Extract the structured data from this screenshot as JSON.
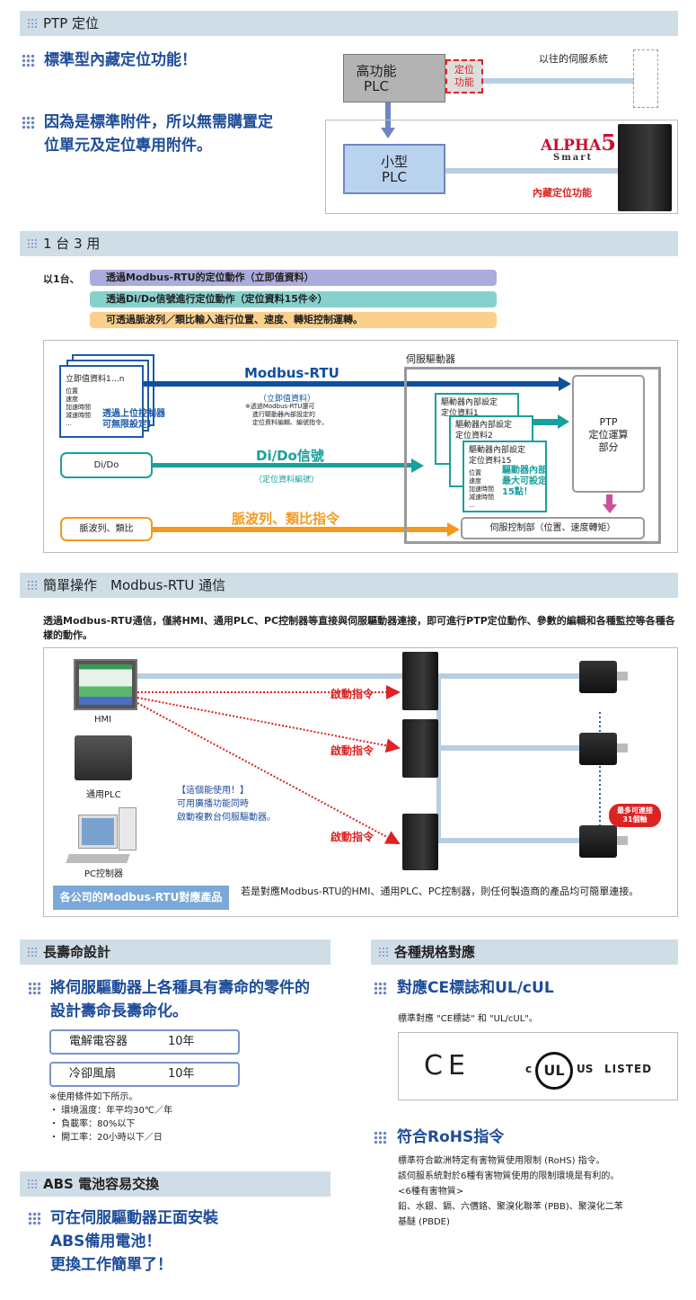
{
  "s1": {
    "header": "PTP 定位",
    "bullet1": "標準型內藏定位功能！",
    "bullet2a": "因為是標準附件，所以無需購置定",
    "bullet2b": "位單元及定位專用附件。",
    "plc_high": [
      "高功能",
      "PLC"
    ],
    "pos_func": [
      "定位",
      "功能"
    ],
    "legacy": "以往的伺服系統",
    "plc_small": [
      "小型",
      "PLC"
    ],
    "logo": "ALPHA",
    "logo_num": "5",
    "logo_sub": "Smart",
    "builtin": "內藏定位功能"
  },
  "s2": {
    "header": "1 台 3 用",
    "lead": "以1台、",
    "bars": [
      "透過Modbus-RTU的定位動作（立即值資料）",
      "透過Di/Do信號進行定位動作（定位資料15件※）",
      "可透過脈波列／類比輸入進行位置、速度、轉矩控制運轉。"
    ],
    "doc_title": "立即值資料1…n",
    "doc_items": [
      "位置",
      "速度",
      "加速時間",
      "減速時間",
      "…"
    ],
    "doc_note": [
      "透過上位控制器",
      "可無限設定！"
    ],
    "modbus": "Modbus-RTU",
    "modbus_sub": "（立即值資料）",
    "modbus_note": [
      "※透過Modbus-RTU還可",
      "進行驅動器內部設定的",
      "定位資料編輯、編號指令。"
    ],
    "dido_box": "Di/Do",
    "dido": "Di/Do信號",
    "dido_sub": "（定位資料編號）",
    "pulse_box": "脈波列、類比",
    "pulse": "脈波列、類比指令",
    "servo": "伺服驅動器",
    "internal": [
      [
        "驅動器內部設定",
        "定位資料1"
      ],
      [
        "驅動器內部設定",
        "定位資料2"
      ],
      [
        "驅動器內部設定",
        "定位資料15"
      ]
    ],
    "internal_items": [
      "位置",
      "速度",
      "加速時間",
      "減速時間",
      "…"
    ],
    "internal_note": [
      "驅動器內部",
      "最大可設定",
      "15點！"
    ],
    "ptp": [
      "PTP",
      "定位運算",
      "部分"
    ],
    "servo_ctrl": "伺服控制部（位置、速度轉矩）"
  },
  "s3": {
    "header": "簡單操作　Modbus-RTU 通信",
    "para": "透過Modbus-RTU通信，僅將HMI、通用PLC、PC控制器等直接與伺服驅動器連接，即可進行PTP定位動作、參數的編輯和各種監控等各種各樣的動作。",
    "hmi": "HMI",
    "plc": "通用PLC",
    "pc": "PC控制器",
    "cmd": "啟動指令",
    "note": [
      "【這個能使用！】",
      "可用廣播功能同時",
      "啟動複數台伺服驅動器。"
    ],
    "max": [
      "最多可連接",
      "31個軸"
    ],
    "products": "各公司的Modbus-RTU對應產品",
    "products_note": "若是對應Modbus-RTU的HMI、通用PLC、PC控制器，則任何製造商的產品均可簡單連接。"
  },
  "s4": {
    "header": "長壽命設計",
    "title": [
      "將伺服驅動器上各種具有壽命的零件的",
      "設計壽命長壽命化。"
    ],
    "parts": [
      {
        "name": "電解電容器",
        "life": "10年"
      },
      {
        "name": "冷卻風扇",
        "life": "10年"
      }
    ],
    "notes": [
      "※使用條件如下所示。",
      "・ 環境溫度：年平均30℃／年",
      "・ 負載率：80%以下",
      "・ 開工率：20小時以下／日"
    ]
  },
  "s5": {
    "header": "ABS 電池容易交換",
    "title": [
      "可在伺服驅動器正面安裝",
      "ABS備用電池！",
      "更換工作簡單了！"
    ]
  },
  "s6": {
    "header": "各種規格對應",
    "ce_title": "對應CE標誌和UL/cUL",
    "ce_text": "標準對應 \"CE標誌\" 和 \"UL/cUL\"。",
    "ce": "CE",
    "ul_c": "c",
    "ul": "UL",
    "ul_us": "US",
    "ul_listed": "LISTED",
    "rohs_title": "符合RoHS指令",
    "rohs": [
      "標準符合歐洲特定有害物質使用限制 (RoHS) 指令。",
      "該伺服系統對於6種有害物質使用的限制環境是有利的。",
      "<6種有害物質>",
      "鉛、水銀、鎘、六價鉻、聚溴化聯苯 (PBB)、聚溴化二苯",
      "基醚 (PBDE)"
    ]
  },
  "colors": {
    "title": "#1d4c9a",
    "header_bg": "#cfdde6",
    "modbus": "#0f4fa0",
    "dido": "#19a09c",
    "pulse": "#f39a1e",
    "red": "#d22222"
  }
}
